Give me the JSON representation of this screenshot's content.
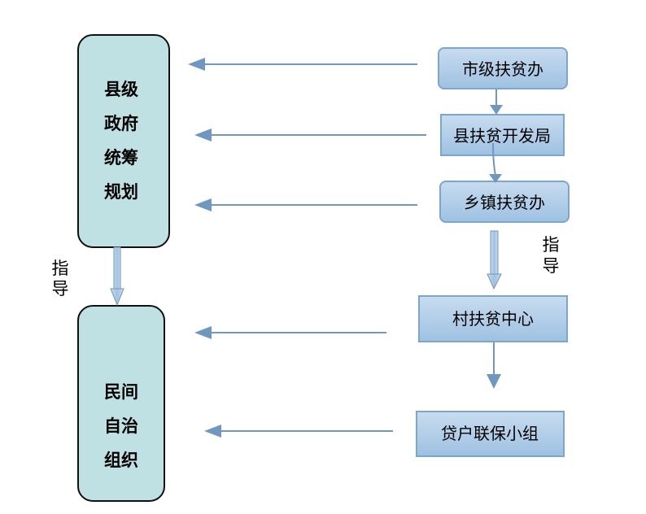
{
  "left_column": {
    "county_plan_lines": [
      "县级",
      "政府",
      "统筹",
      "规划"
    ],
    "civil_org_lines": [
      "民间",
      "自治",
      "组织"
    ],
    "guide_lines": [
      "指",
      "导"
    ]
  },
  "right_column": {
    "city_office": "市级扶贫办",
    "county_bureau": "县扶贫开发局",
    "township_office": "乡镇扶贫办",
    "guide_lines": [
      "指",
      "导"
    ],
    "village_center": "村扶贫中心",
    "household_group": "贷户联保小组"
  },
  "colors": {
    "left_box_fill": "#bfe1e4",
    "right_box_fill_top": "#c8dcef",
    "right_box_fill_bottom": "#9ec1e2",
    "right_box_border": "#7ea5cb",
    "arrow": "#6f97bf",
    "thick_arrow_fill": "#a8c6df"
  }
}
